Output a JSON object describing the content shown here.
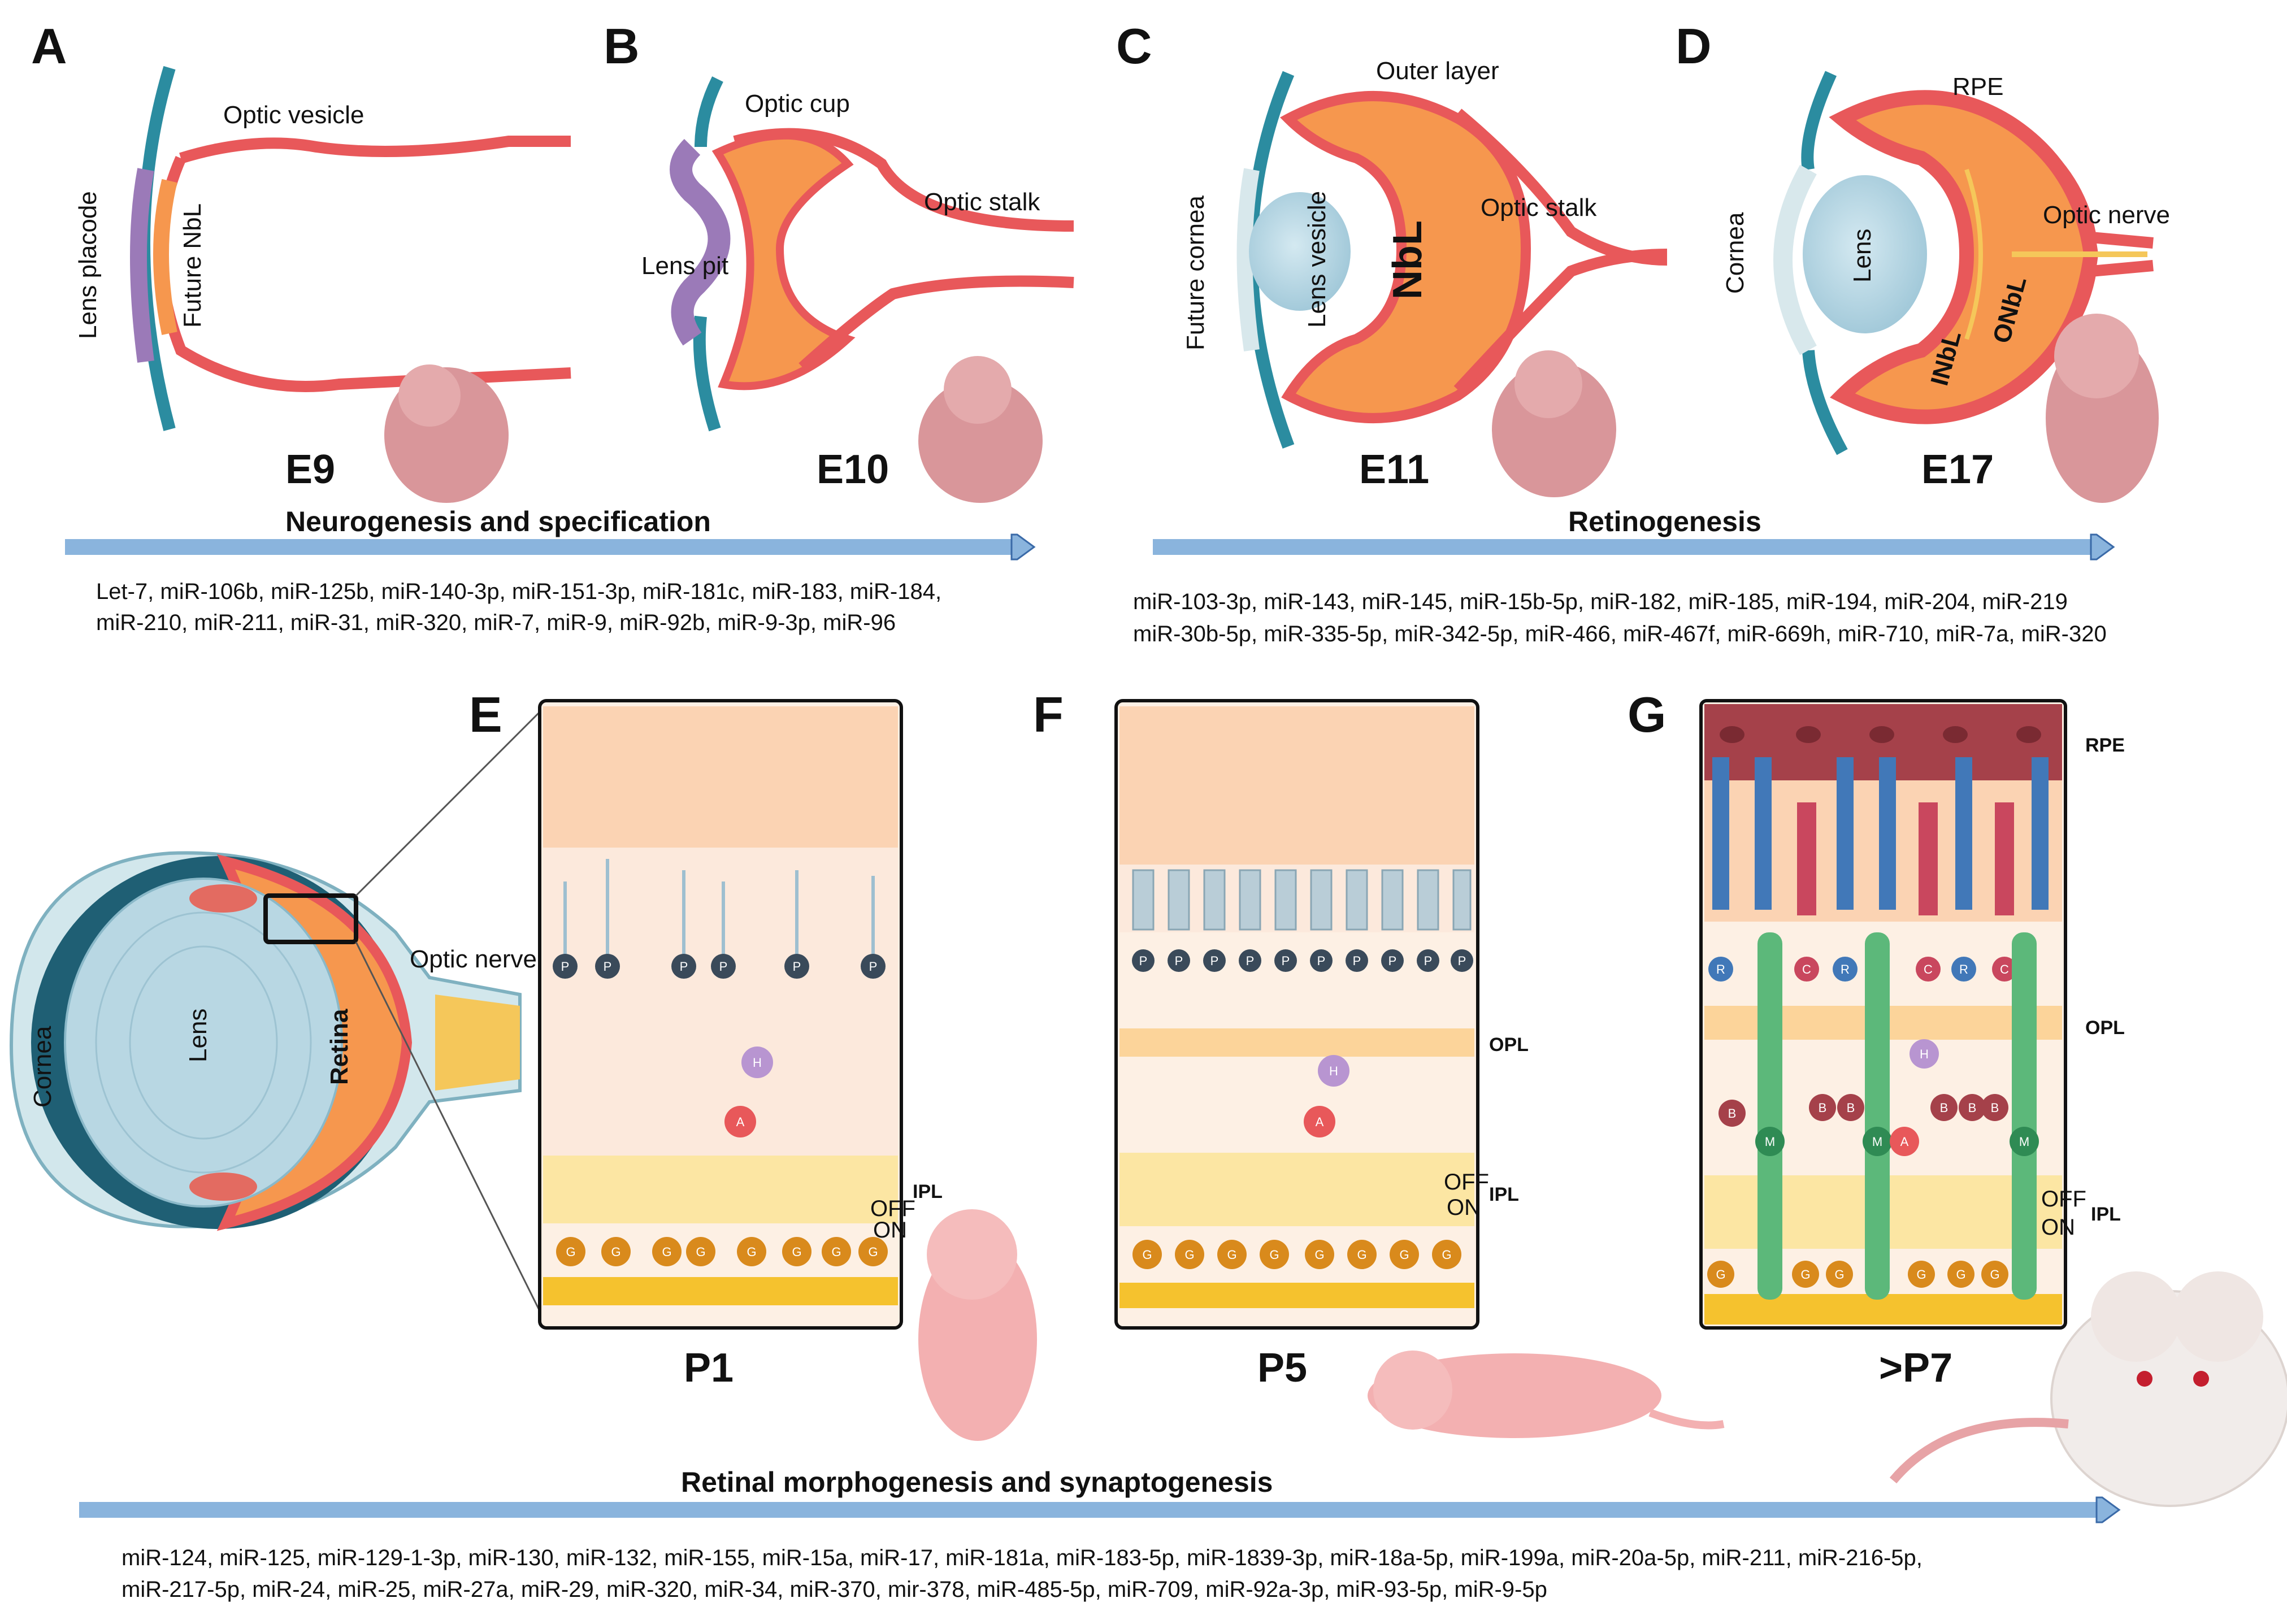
{
  "panels": {
    "A": {
      "letter": "A",
      "stage": "E9",
      "optic_vesicle": "Optic vesicle",
      "lens_placode": "Lens placode",
      "future_nbl": "Future NbL"
    },
    "B": {
      "letter": "B",
      "stage": "E10",
      "optic_cup": "Optic cup",
      "optic_stalk": "Optic stalk",
      "lens_pit": "Lens pit"
    },
    "C": {
      "letter": "C",
      "stage": "E11",
      "outer_layer": "Outer layer",
      "optic_stalk": "Optic stalk",
      "future_cornea": "Future cornea",
      "lens_vesicle": "Lens vesicle",
      "nbl": "NbL"
    },
    "D": {
      "letter": "D",
      "stage": "E17",
      "rpe": "RPE",
      "optic_nerve": "Optic nerve",
      "cornea": "Cornea",
      "lens": "Lens",
      "inbl": "INbL",
      "onbl": "ONbL"
    },
    "E": {
      "letter": "E",
      "stage": "P1",
      "off": "OFF",
      "on": "ON",
      "ipl": "IPL"
    },
    "F": {
      "letter": "F",
      "stage": "P5",
      "opl": "OPL",
      "off": "OFF",
      "on": "ON",
      "ipl": "IPL"
    },
    "G": {
      "letter": "G",
      "stage": ">P7",
      "rpe": "RPE",
      "opl": "OPL",
      "ipl": "IPL",
      "off": "OFF",
      "on": "ON"
    }
  },
  "eye": {
    "cornea": "Cornea",
    "lens": "Lens",
    "retina": "Retina",
    "optic_nerve": "Optic nerve"
  },
  "cell_letters": {
    "photoreceptor": "P",
    "horizontal": "H",
    "amacrine": "A",
    "ganglion": "G",
    "rod": "R",
    "cone": "C",
    "bipolar": "B",
    "muller": "M"
  },
  "phases": {
    "neuro": {
      "title": "Neurogenesis and specification",
      "mirs_line1": "Let-7, miR-106b, miR-125b, miR-140-3p, miR-151-3p, miR-181c, miR-183, miR-184,",
      "mirs_line2": "miR-210, miR-211, miR-31, miR-320, miR-7, miR-9, miR-92b,  miR-9-3p, miR-96"
    },
    "retino": {
      "title": "Retinogenesis",
      "mirs_line1": "miR-103-3p, miR-143, miR-145, miR-15b-5p, miR-182, miR-185, miR-194, miR-204, miR-219",
      "mirs_line2": "miR-30b-5p, miR-335-5p, miR-342-5p, miR-466, miR-467f, miR-669h, miR-710, miR-7a, miR-320"
    },
    "morpho": {
      "title": "Retinal morphogenesis and synaptogenesis",
      "mirs_line1": "miR-124, miR-125, miR-129-1-3p,  miR-130, miR-132, miR-155, miR-15a, miR-17, miR-181a,  miR-183-5p, miR-1839-3p, miR-18a-5p, miR-199a, miR-20a-5p, miR-211, miR-216-5p,",
      "mirs_line2": "miR-217-5p, miR-24, miR-25, miR-27a, miR-29, miR-320, miR-34, miR-370, mir-378, miR-485-5p, miR-709, miR-92a-3p, miR-93-5p, miR-9-5p"
    }
  },
  "colors": {
    "neuroepithelium_red": "#e8585a",
    "nbl_orange": "#f6974e",
    "lens_purple": "#9b7ab8",
    "ectoderm_teal": "#2b8ca0",
    "lens_blue": "#bcdbe8",
    "embryo_pink": "#d9969a",
    "arrow_blue": "#8ab4dd",
    "arrow_stroke": "#3a6aa8",
    "rpe_maroon": "#a5414a",
    "rod_blue": "#4178b8",
    "cone_red": "#c9475e",
    "muller_green": "#5cb87a",
    "ganglion_gold": "#d98a1c"
  }
}
